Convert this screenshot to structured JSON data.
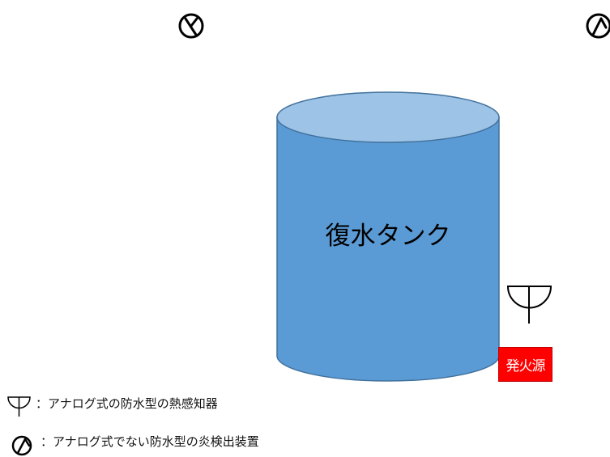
{
  "tank": {
    "label": "復水タンク",
    "body_color": "#5b9bd5",
    "top_color": "#9dc3e6",
    "outline_color": "#41719c"
  },
  "ignition_source": {
    "label": "発火源",
    "color": "#ff0000"
  },
  "legend": {
    "heat_detector": {
      "icon": "heat-detector-icon",
      "text": "：アナログ式の防水型の熱感知器"
    },
    "flame_detector": {
      "icon": "flame-detector-icon",
      "text": "：アナログ式でない防水型の炎検出装置"
    }
  }
}
